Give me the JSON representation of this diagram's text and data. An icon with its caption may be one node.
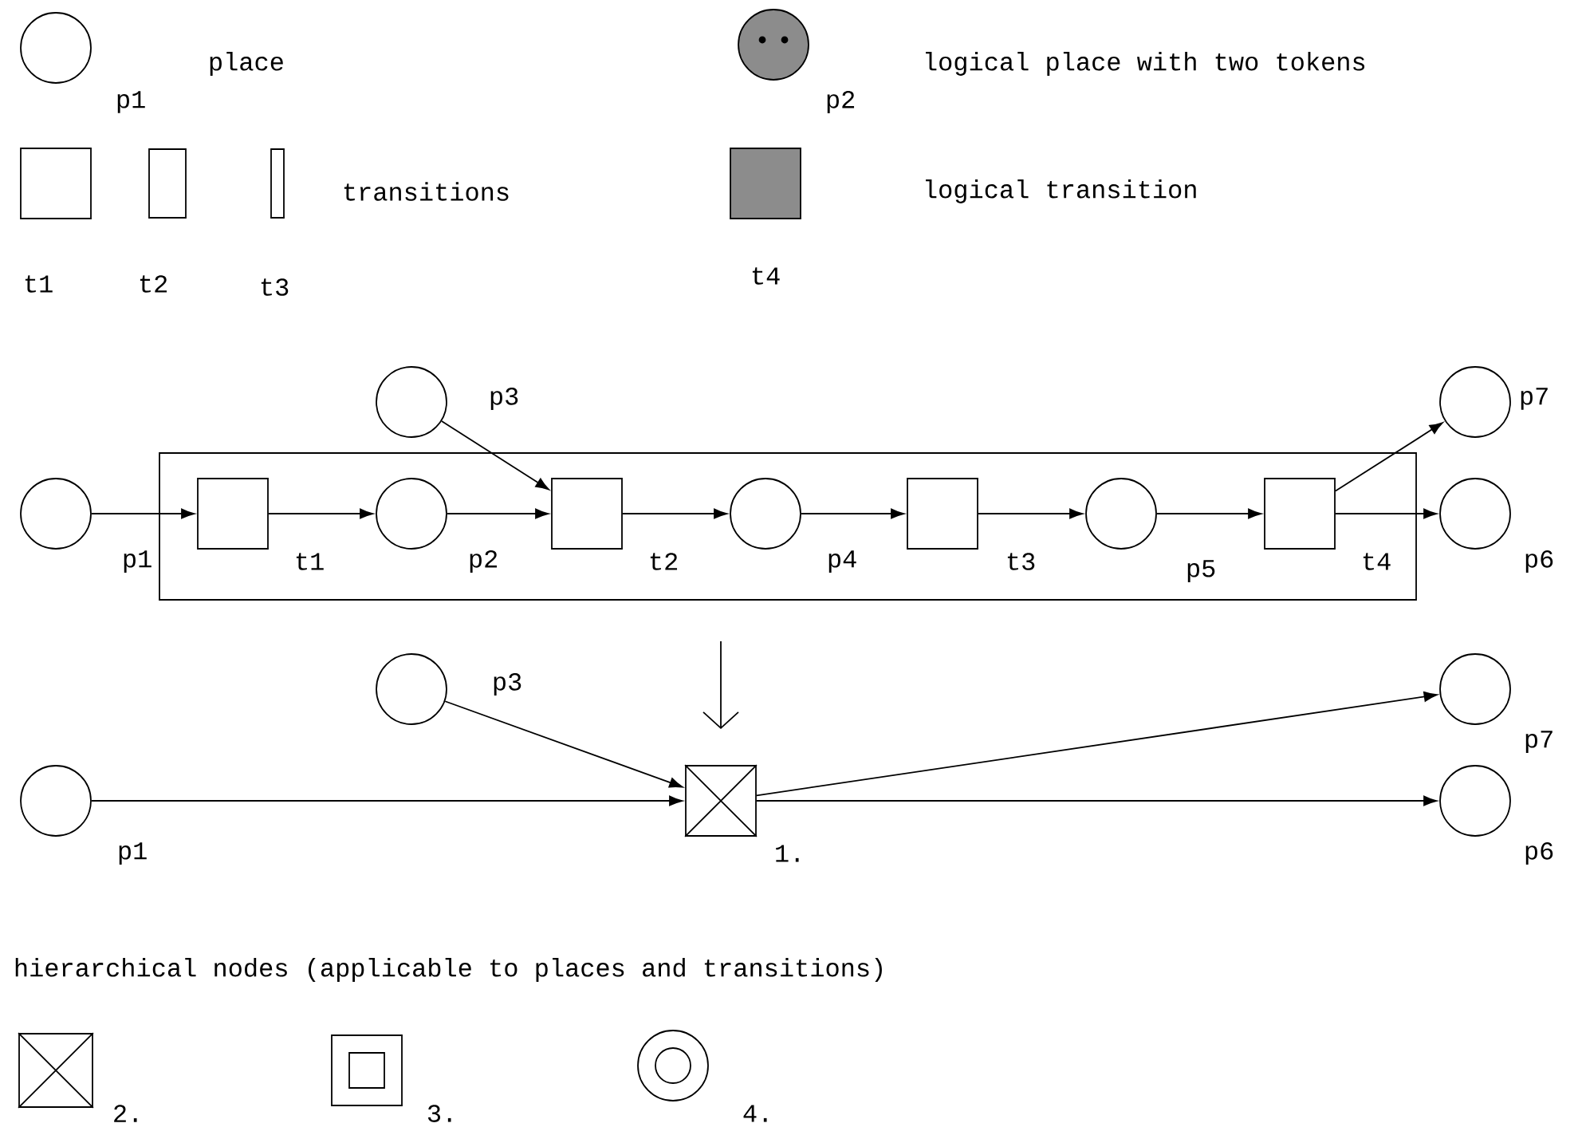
{
  "diagram": {
    "nodes": [
      {
        "text": [],
        "shape": "circle",
        "beside": [
          "p1"
        ]
      },
      {
        "text": [],
        "shape": "circle",
        "beside": [
          "p2"
        ]
      },
      {
        "text": [],
        "shape": "box",
        "beside": [
          "t1"
        ]
      },
      {
        "text": [],
        "shape": "bar",
        "beside": [
          "t2"
        ]
      },
      {
        "text": [],
        "shape": "bar",
        "beside": [
          "t3"
        ]
      },
      {
        "text": [],
        "shape": "box",
        "beside": [
          "t4"
        ]
      },
      {
        "text": [],
        "shape": "box"
      },
      {
        "text": [],
        "shape": "circle",
        "beside": [
          "p1"
        ]
      },
      {
        "text": [],
        "shape": "circle",
        "beside": [
          "p3"
        ]
      },
      {
        "text": [],
        "shape": "circle",
        "beside": [
          "p7"
        ]
      },
      {
        "text": [],
        "shape": "box",
        "beside": [
          "t1"
        ],
        "in": 6
      },
      {
        "text": [],
        "shape": "circle",
        "beside": [
          "p2"
        ],
        "in": 6
      },
      {
        "text": [],
        "shape": "box",
        "beside": [
          "t2"
        ],
        "in": 6
      },
      {
        "text": [],
        "shape": "circle",
        "beside": [
          "p4"
        ],
        "in": 6
      },
      {
        "text": [],
        "shape": "box",
        "beside": [
          "t3"
        ],
        "in": 6
      },
      {
        "text": [],
        "shape": "circle",
        "beside": [
          "p5"
        ],
        "in": 6
      },
      {
        "text": [],
        "shape": "box",
        "beside": [
          "t4"
        ],
        "in": 6
      },
      {
        "text": [],
        "shape": "circle",
        "beside": [
          "p6"
        ]
      },
      {
        "text": [],
        "shape": "circle",
        "beside": [
          "p3"
        ]
      },
      {
        "text": [],
        "shape": "circle",
        "beside": [
          "p7"
        ]
      },
      {
        "text": [],
        "shape": "circle",
        "beside": [
          "p1"
        ]
      },
      {
        "text": [],
        "shape": "box",
        "beside": [
          "1."
        ]
      },
      {
        "text": [],
        "shape": "circle",
        "beside": [
          "p6"
        ]
      },
      {
        "text": [],
        "shape": "box",
        "beside": [
          "2."
        ]
      },
      {
        "text": [],
        "shape": "box",
        "beside": [
          "3."
        ]
      },
      {
        "text": [],
        "shape": "circle",
        "beside": [
          "4."
        ]
      }
    ],
    "edges": [
      {
        "from": 7,
        "to": 10,
        "arrow": "to"
      },
      {
        "from": 10,
        "to": 11,
        "arrow": "to"
      },
      {
        "from": 11,
        "to": 12,
        "arrow": "to"
      },
      {
        "from": 8,
        "to": 12,
        "arrow": "to"
      },
      {
        "from": 12,
        "to": 13,
        "arrow": "to"
      },
      {
        "from": 13,
        "to": 14,
        "arrow": "to"
      },
      {
        "from": 14,
        "to": 15,
        "arrow": "to"
      },
      {
        "from": 15,
        "to": 16,
        "arrow": "to"
      },
      {
        "from": 16,
        "to": 9,
        "arrow": "to"
      },
      {
        "from": 16,
        "to": 17,
        "arrow": "to"
      },
      {
        "from": 18,
        "to": 21,
        "arrow": "to"
      },
      {
        "from": 20,
        "to": 21,
        "arrow": "to"
      },
      {
        "from": 21,
        "to": 19,
        "arrow": "to"
      },
      {
        "from": 21,
        "to": 22,
        "arrow": "to"
      }
    ],
    "labels": [
      "place",
      "logical place with two tokens",
      "transitions",
      "logical transition",
      "hierarchical nodes (applicable to places and transitions)"
    ]
  }
}
